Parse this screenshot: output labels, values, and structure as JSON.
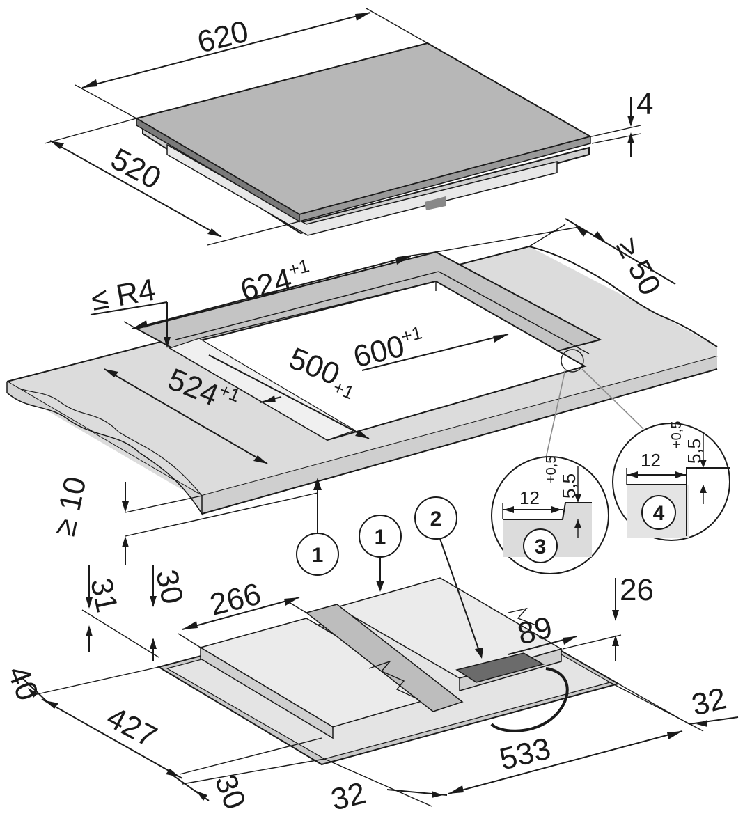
{
  "hob": {
    "width": "620",
    "depth": "520",
    "glass_thickness": "4"
  },
  "cutout": {
    "outer_width": "624",
    "outer_width_tol": "+1",
    "outer_depth": "524",
    "outer_depth_tol": "+1",
    "inner_width": "600",
    "inner_width_tol": "+1",
    "inner_depth": "500",
    "inner_depth_tol": "+1",
    "corner_radius": "≤ R4",
    "rear_clearance": "≥ 50",
    "front_clearance": "≥ 10"
  },
  "details": {
    "detail_3": {
      "number": "3",
      "width": "12",
      "depth": "5,5",
      "depth_tol": "+0,5"
    },
    "detail_4": {
      "number": "4",
      "width": "12",
      "depth": "5,5",
      "depth_tol": "+0,5"
    }
  },
  "underside": {
    "height_left": "31",
    "height_left_inner": "30",
    "width_266": "266",
    "height_right": "26",
    "width_89": "89",
    "left_offset": "40",
    "depth": "427",
    "bottom_offset_30": "30",
    "bottom_offset_32": "32",
    "width_533": "533",
    "right_offset_32": "32"
  },
  "callouts": {
    "c1a": "1",
    "c1b": "1",
    "c2": "2"
  },
  "colors": {
    "glass_top": "#b7b7b7",
    "worktop": "#dcdcdc",
    "underside": "#e4e4e4",
    "line": "#1a1a1a"
  }
}
